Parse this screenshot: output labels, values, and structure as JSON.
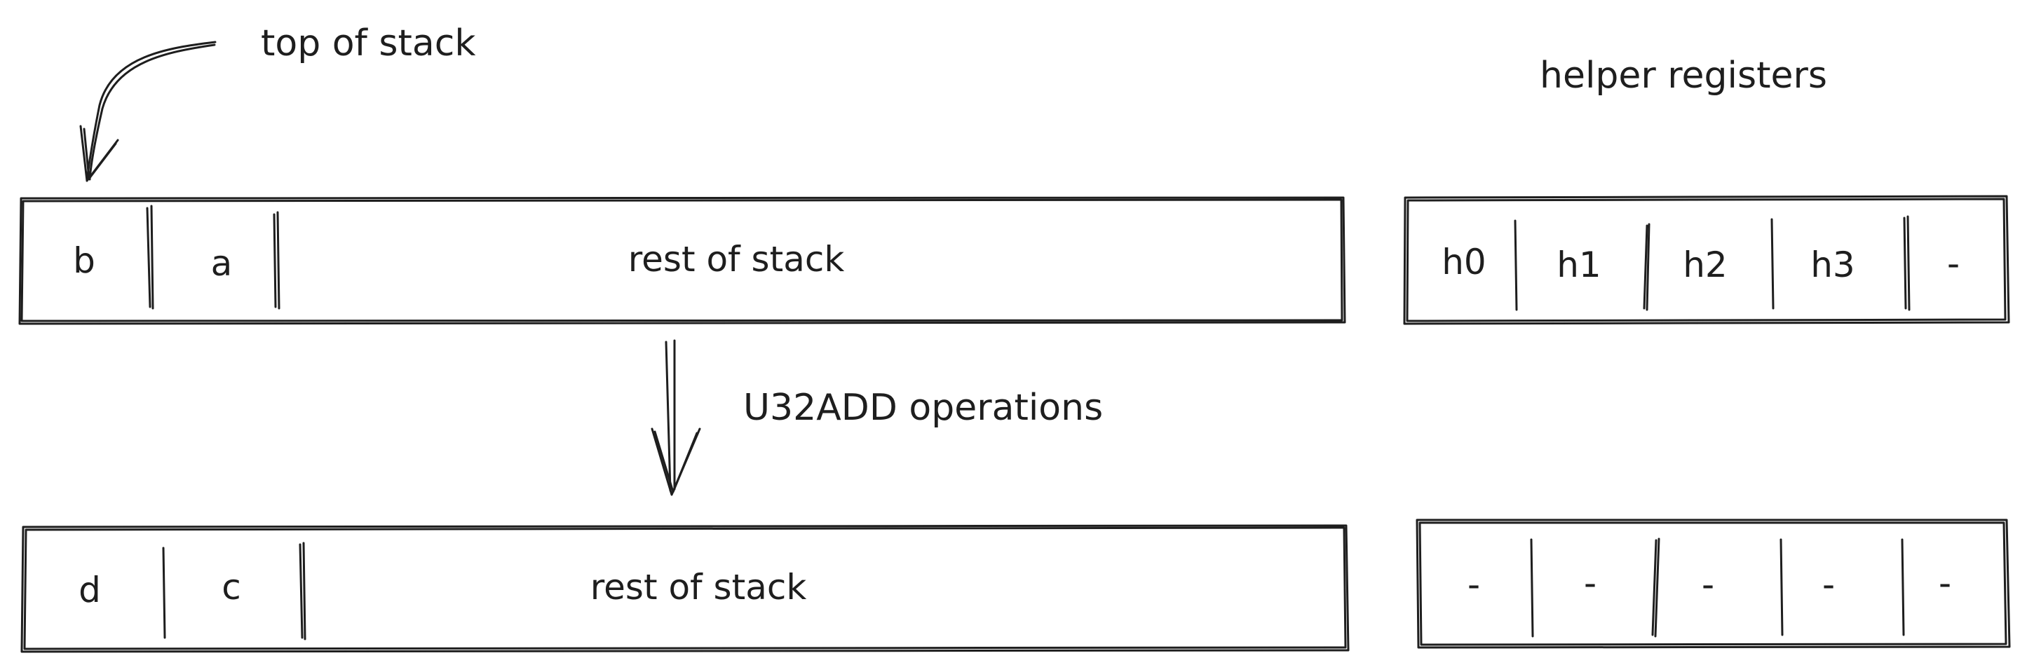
{
  "annotations": {
    "top_of_stack": "top of stack",
    "helper_registers": "helper registers",
    "operation": "U32ADD operations"
  },
  "stack_before": {
    "cells": [
      "b",
      "a"
    ],
    "rest": "rest of stack"
  },
  "stack_after": {
    "cells": [
      "d",
      "c"
    ],
    "rest": "rest of stack"
  },
  "helpers_before": [
    "h0",
    "h1",
    "h2",
    "h3",
    "-"
  ],
  "helpers_after": [
    "-",
    "-",
    "-",
    "-",
    "-"
  ],
  "colors": {
    "stroke": "#1e1e1e",
    "background": "#ffffff"
  }
}
